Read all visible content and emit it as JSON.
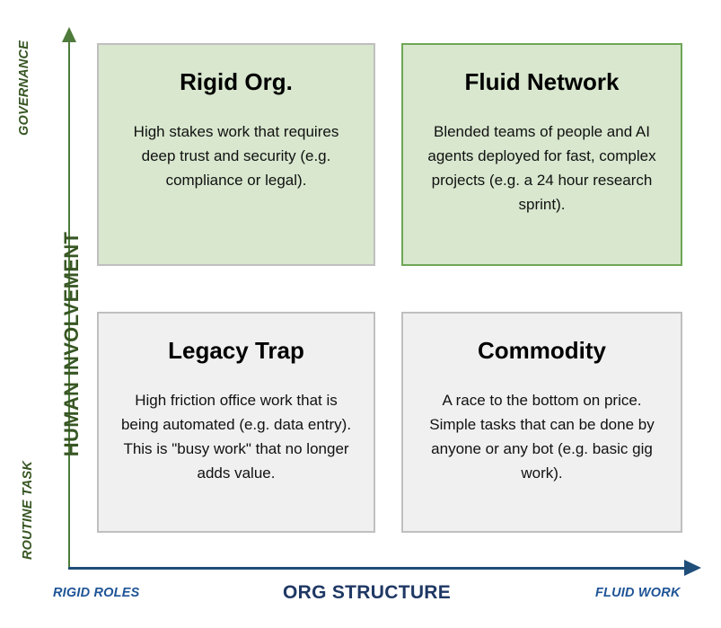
{
  "diagram": {
    "type": "2x2-matrix",
    "y_axis": {
      "title": "HUMAN INVOLVEMENT",
      "high_label": "GOVERNANCE",
      "low_label": "ROUTINE TASK",
      "arrow": "up-arrow-icon",
      "color": "#375623"
    },
    "x_axis": {
      "title": "ORG STRUCTURE",
      "low_label": "RIGID ROLES",
      "high_label": "FLUID WORK",
      "arrow": "right-arrow-icon",
      "color": "#1F4E79"
    },
    "quadrants": [
      {
        "id": "top-left",
        "title": "Rigid Org.",
        "description": "High stakes work that requires deep trust and security (e.g. compliance or legal).",
        "fill": "#D8E7CE",
        "border": "#BFBFBF"
      },
      {
        "id": "top-right",
        "title": "Fluid Network",
        "description": "Blended teams of people and AI agents deployed for fast, complex projects (e.g. a 24 hour research sprint).",
        "fill": "#D8E7CE",
        "border": "#6FA757"
      },
      {
        "id": "bottom-left",
        "title": "Legacy Trap",
        "description": "High friction office work that is being automated (e.g. data entry). This is \"busy work\" that no longer adds value.",
        "fill": "#F0F0F0",
        "border": "#BFBFBF"
      },
      {
        "id": "bottom-right",
        "title": "Commodity",
        "description": "A race to the bottom on price. Simple tasks that can be done by anyone or any bot (e.g. basic gig work).",
        "fill": "#F0F0F0",
        "border": "#BFBFBF"
      }
    ]
  }
}
